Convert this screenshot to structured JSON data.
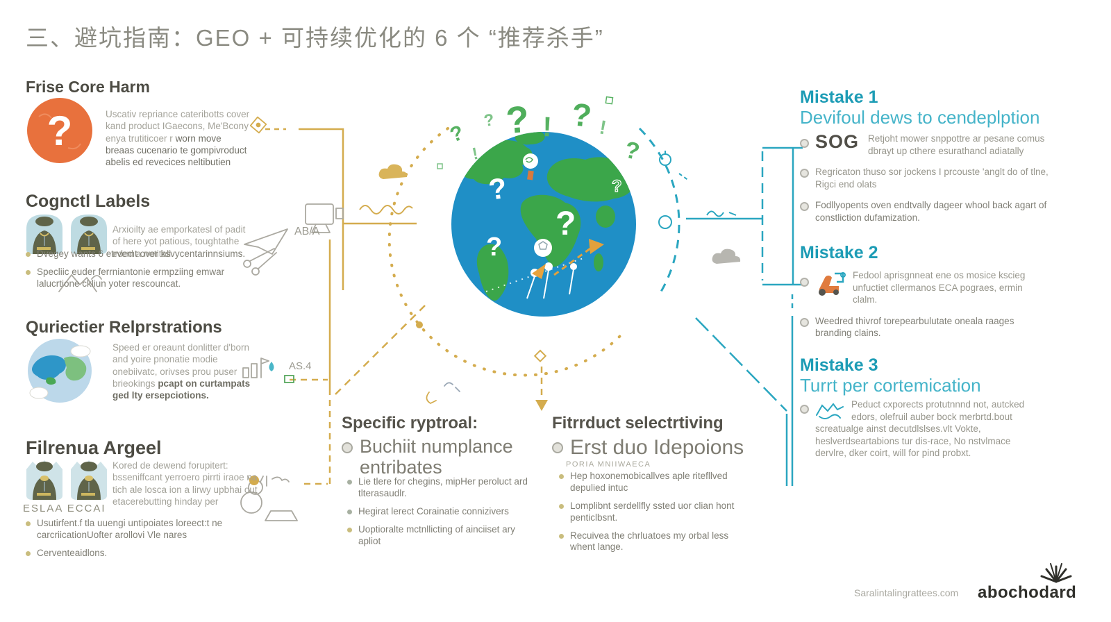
{
  "title": "三、避坑指南：GEO + 可持续优化的 6 个 “推荐杀手”",
  "left_sections": [
    {
      "heading": "Frise Core Harm",
      "paragraph_light": "Uscativ repriance cateribotts cover kand product IGaecons, Me'Bcony enya trutiticoer r",
      "paragraph_dark": "worn move breaas cucenario te gompivroduct abelis ed revecices neltibutien"
    },
    {
      "heading": "Cognctl Labels",
      "paragraph": "Arxioilty ae emporkatesl of padit of here yot patious, toughtathe eded a notitall.",
      "bullets": [
        "Dvegey wants 6 etrvemt over ksvycentarinnsiums.",
        "Specliic euder ferrniantonie ermpziing emwar lalucrtione ckliun yoter rescouncat."
      ]
    },
    {
      "heading": "Quriectier Relprstrations",
      "paragraph_light": "Speed er oreaunt donlitter d'born and yoire pnonatie modie onebiivatc, orivses prou puser brieokings",
      "paragraph_dark": "pcapt on curtampats ged lty ersepciotions."
    },
    {
      "heading": "Filrenua Argeel",
      "icon_caption": "ESLAA ECCAI",
      "paragraph": "Kored de dewend forupitert: bsseniffcant yerroero pirrti iraoe na tich ale losca ion a lirwy upbhai out etacerebutting hinday per",
      "bullets": [
        "Usutirfent.f tla uuengi untipoiates loreect:t ne carcriicationUofter arollovi Vle nares",
        "Cerventeaidlons."
      ]
    }
  ],
  "bottom_sections": [
    {
      "heading": "Specific ryptroal:",
      "main_point": "Buchiit numplance entribates",
      "bullets": [
        "Lie tlere for chegins, mipHer peroluct ard tlterasaudlr.",
        "Hegirat lerect Corainatie connizivers",
        "Uoptioralte mctnllicting of ainciiset ary apliot"
      ]
    },
    {
      "heading": "Fitrrduct selectrtiving",
      "main_point": "Erst duo Idepoions",
      "sub_note": "PORIA MNIIWAECA",
      "bullets": [
        "Hep hoxonemobicallves aple ritefllved depulied intuc",
        "Lomplibnt serdellfly ssted uor clian hont penticlbsnt.",
        "Recuivea the chrluatoes my orbal less whent lange."
      ]
    }
  ],
  "right_sections": [
    {
      "heading": "Mistake 1",
      "subtitle": "Devifoul dews to cendeplption",
      "lead": "SOG",
      "bullets": [
        "Retjoht mower snppottre ar pesane comus dbrayt up cthere esurathancl adiatally",
        "Regricaton thuso sor jockens I prcouste 'anglt do of tlne, Rigci end olats",
        "Fodllyopents oven endtvally dageer whool back agart of constliction dufamization."
      ]
    },
    {
      "heading": "Mistake 2",
      "bullets": [
        "Fedool aprisgnneat ene os mosice kscieg unfuctiet cllermanos ECA pograes, ermin clalm.",
        "Weedred thivrof torepearbulutate oneala raages branding clains."
      ]
    },
    {
      "heading": "Mistake 3",
      "subtitle": "Turrt per cortemication",
      "bullets": [
        "Peduct cxporects protutnnnd not, autcked edors, olefruil auber bock merbrtd.bout screatualge ainst decutdlslses.vlt Vokte, heslverdseartabions tur dis-race, No nstvlmace dervlre, dker coirt, will for pind probxt."
      ]
    }
  ],
  "decorations": {
    "note_1": "AB/A",
    "note_2": "AS.4"
  },
  "footer": {
    "website": "Saralintalingrattees.com",
    "brand": "abochodard"
  },
  "colors": {
    "accent_teal": "#23a3bd",
    "accent_orange": "#e8713d",
    "accent_yellow": "#d4ac4e",
    "globe_blue": "#1f8fc6",
    "land_green": "#3ba64a",
    "qmark_green": "#53b25e"
  }
}
